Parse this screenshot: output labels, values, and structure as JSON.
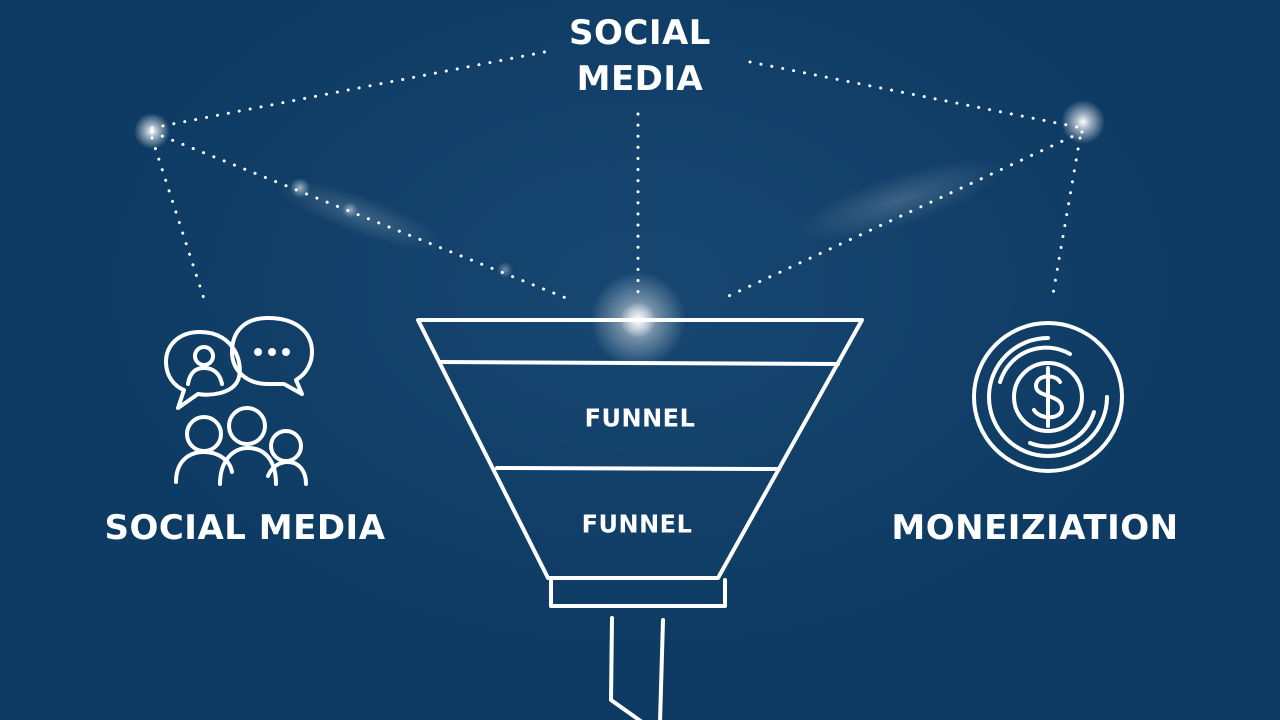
{
  "diagram": {
    "top_title_line1": "SOCIAL",
    "top_title_line2": "MEDIA",
    "left_label": "SOCIAL MEDIA",
    "right_label": "MONEIZIATION",
    "funnel_label_upper": "FUNNEL",
    "funnel_label_lower": "FUNNEL"
  },
  "icons": {
    "left": "social-media-people-chat-icon",
    "right": "dollar-coin-rings-icon"
  },
  "colors": {
    "background": "#0e3b63",
    "line": "#ffffff"
  }
}
